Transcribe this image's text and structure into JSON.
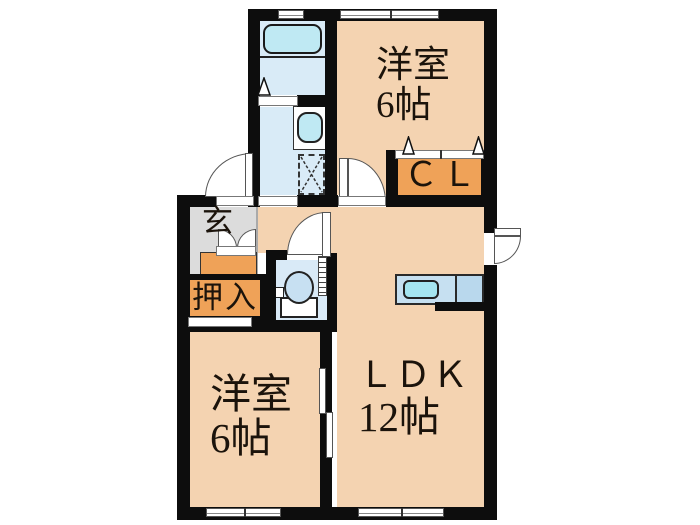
{
  "plan_title": "1LDK-floor-plan",
  "labels": {
    "bedroom_top": {
      "name": "洋室",
      "size": "6帖"
    },
    "bedroom_bottom": {
      "name": "洋室",
      "size": "6帖"
    },
    "ldk": {
      "name": "ＬＤＫ",
      "size": "12帖"
    },
    "closet": "ＣＬ",
    "oshiire": "押入",
    "genkan": "玄"
  },
  "fixtures": [
    "bathtub",
    "washbasin",
    "washing-machine-space",
    "toilet",
    "kitchen-sink",
    "shoe-cabinet"
  ],
  "colors": {
    "room_floor": "#F4D3B1",
    "closet_fill": "#EFA258",
    "wet_floor": "#D9EBF7",
    "tub_water": "#BFE9F3",
    "sink_water": "#A5E5F0",
    "genkan_floor": "#DCDCDC",
    "wall": "#0d0d0d",
    "text": "#1b130b"
  }
}
